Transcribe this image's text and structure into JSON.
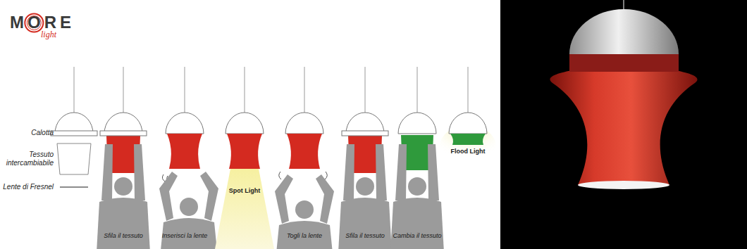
{
  "diagram": {
    "labels": [
      "MORE",
      "light",
      "Calotta",
      "Tessuto intercambiabile",
      "Lente di Fresnel",
      "Sfila il tessuto",
      "Inserisci la lente",
      "Spot Light",
      "Togli la lente",
      "Sfila il tessuto",
      "Cambia il tessuto",
      "Flood Light"
    ]
  }
}
